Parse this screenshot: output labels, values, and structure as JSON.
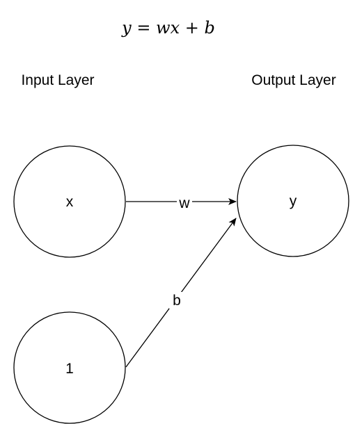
{
  "equation": "y = wx + b",
  "layers": {
    "input_label": "Input Layer",
    "output_label": "Output Layer"
  },
  "nodes": {
    "x": "x",
    "bias": "1",
    "y": "y"
  },
  "edges": {
    "weight": "w",
    "bias": "b"
  }
}
